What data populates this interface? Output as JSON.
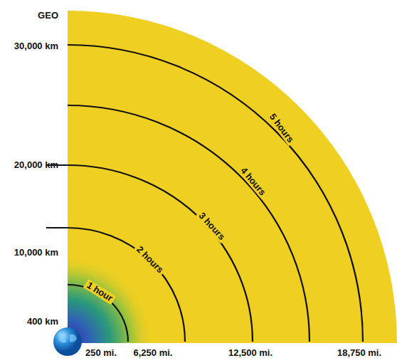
{
  "diagram": {
    "labels": [
      "GEO",
      "30,000 km",
      "20,000 km",
      "10,000 km",
      "400 km",
      "1 hour",
      "2 hours",
      "3 hours",
      "4 hours",
      "5 hours",
      "250 mi.",
      "6,250 mi.",
      "12,500 mi.",
      "18,750 mi."
    ]
  }
}
